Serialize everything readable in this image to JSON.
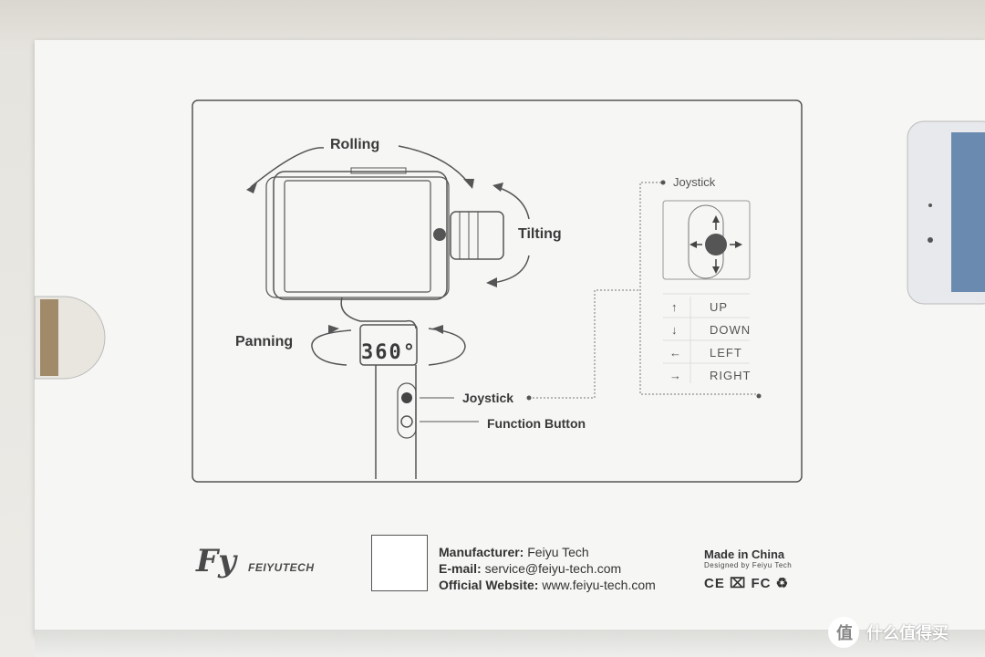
{
  "diagram": {
    "motion_labels": {
      "rolling": "Rolling",
      "tilting": "Tilting",
      "panning": "Panning",
      "degrees": "360°"
    },
    "controls": {
      "joystick": "Joystick",
      "function_button": "Function Button"
    },
    "joystick_panel": {
      "title": "Joystick",
      "directions": [
        {
          "arrow": "↑",
          "label": "UP"
        },
        {
          "arrow": "↓",
          "label": "DOWN"
        },
        {
          "arrow": "←",
          "label": "LEFT"
        },
        {
          "arrow": "→",
          "label": "RIGHT"
        }
      ]
    }
  },
  "footer": {
    "brand_logo": "Fy",
    "brand_name": "FEIYUTECH",
    "manufacturer_label": "Manufacturer:",
    "manufacturer_value": "Feiyu Tech",
    "email_label": "E-mail:",
    "email_value": "service@feiyu-tech.com",
    "website_label": "Official Website:",
    "website_value": "www.feiyu-tech.com",
    "made_in": "Made in China",
    "designed_by": "Designed by Feiyu Tech",
    "certifications": "CE ⌧ FC ♻"
  },
  "watermark": {
    "badge": "值",
    "text": "什么值得买"
  },
  "colors": {
    "box": "#f6f6f4",
    "line": "#555555",
    "text": "#3a3a3a"
  }
}
